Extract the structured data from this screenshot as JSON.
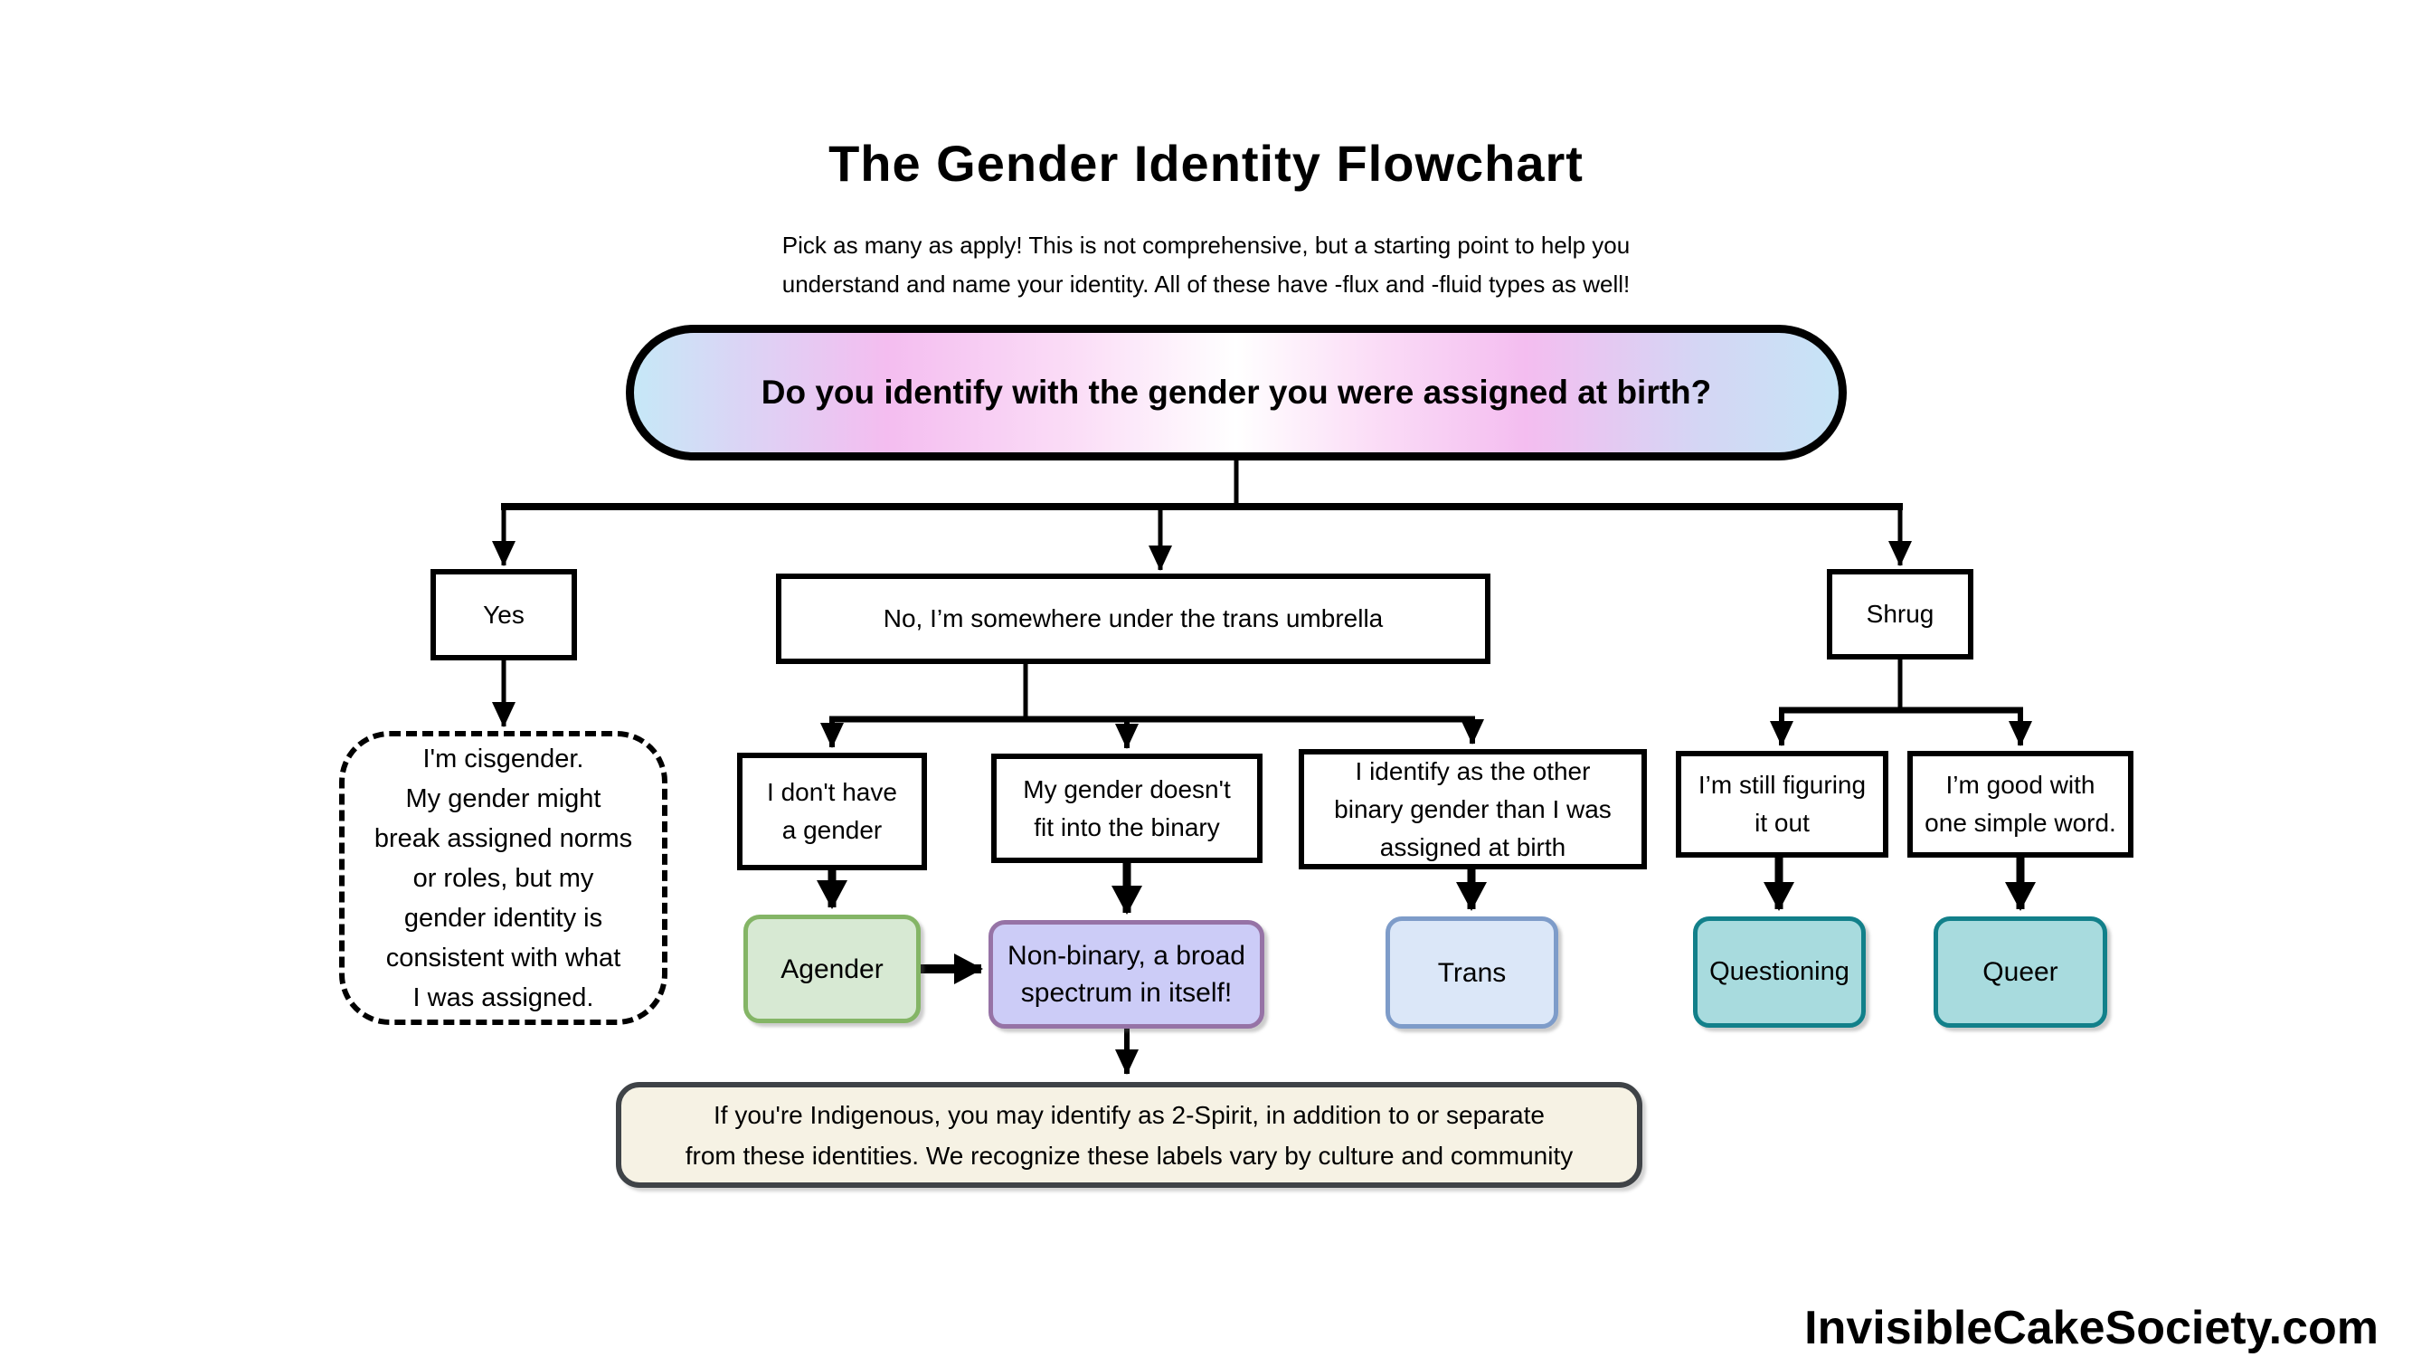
{
  "title": "The Gender Identity Flowchart",
  "subtitle": "Pick as many as apply! This is not comprehensive, but a starting point to help you\nunderstand and name your identity. All of these have -flux and -fluid types as well!",
  "question": {
    "label": "Do you identify with the gender you were assigned at birth?"
  },
  "answers": {
    "yes": {
      "label": "Yes"
    },
    "no": {
      "label": "No, I’m somewhere under the trans umbrella"
    },
    "shrug": {
      "label": "Shrug"
    }
  },
  "outcomes": {
    "cisgender": {
      "label": "I'm cisgender.\nMy gender might\nbreak assigned norms\nor roles, but my\ngender identity is\nconsistent with what\nI was assigned."
    },
    "no_gender": {
      "label": "I don't have\na gender"
    },
    "doesnt_fit_binary": {
      "label": "My gender doesn't\nfit into the binary"
    },
    "other_binary": {
      "label": "I identify as the other\nbinary gender than I was\nassigned at birth"
    },
    "figuring_out": {
      "label": "I’m still figuring\nit out"
    },
    "simple_word": {
      "label": "I’m good with\none simple word."
    }
  },
  "identities": {
    "agender": {
      "label": "Agender",
      "fill": "#d7e9d3",
      "stroke": "#84b566"
    },
    "nonbinary": {
      "label": "Non-binary, a broad\nspectrum in itself!",
      "fill": "#ccccf7",
      "stroke": "#9673a6"
    },
    "trans": {
      "label": "Trans",
      "fill": "#dbe7f8",
      "stroke": "#7e9cc9"
    },
    "questioning": {
      "label": "Questioning",
      "fill": "#a8dbde",
      "stroke": "#12808a"
    },
    "queer": {
      "label": "Queer",
      "fill": "#a8dbde",
      "stroke": "#12808a"
    }
  },
  "note": {
    "label": "If you're Indigenous, you may identify as 2-Spirit, in addition to or separate\nfrom these identities. We recognize these labels vary by culture and community",
    "fill": "#f6f2e4",
    "stroke": "#3f4347"
  },
  "watermark": "InvisibleCakeSociety.com",
  "colors": {
    "connector": "#000000",
    "question_gradient_blue": "#c6e8f7",
    "question_gradient_pink": "#f4bdf0",
    "question_gradient_center": "#ffffff"
  }
}
